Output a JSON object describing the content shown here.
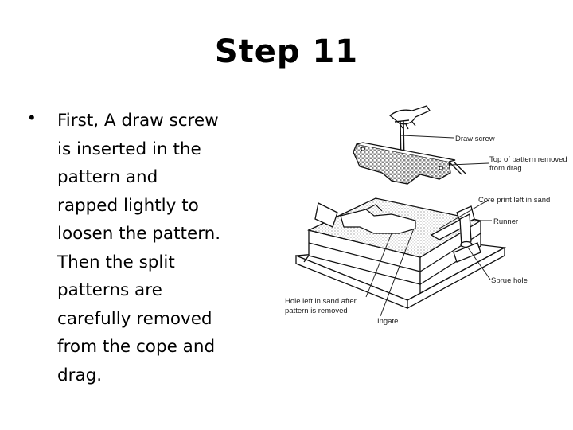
{
  "slide": {
    "title": "Step 11",
    "bullet": "First, A draw screw\nis inserted in the\npattern and\nrapped lightly to\nloosen the pattern.\nThen the split\npatterns are\ncarefully removed\nfrom the cope and\ndrag."
  },
  "diagram": {
    "labels": {
      "draw_screw": "Draw screw",
      "top_pattern_1": "Top of pattern removed",
      "top_pattern_2": "from drag",
      "core_print": "Core print left in sand",
      "runner": "Runner",
      "sprue_hole": "Sprue hole",
      "hole_left_1": "Hole left in sand after",
      "hole_left_2": "pattern is removed",
      "ingate": "Ingate"
    }
  }
}
